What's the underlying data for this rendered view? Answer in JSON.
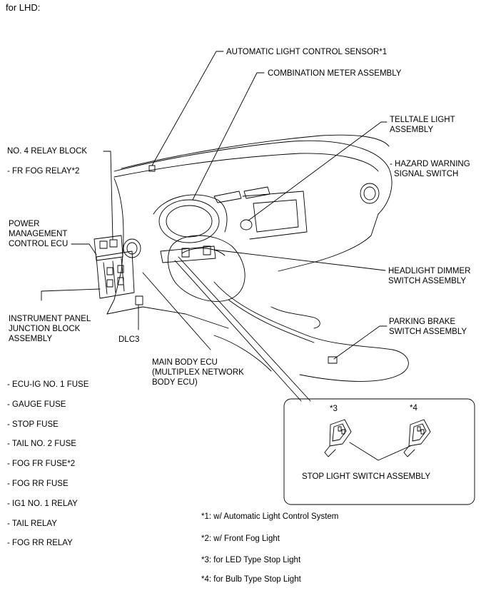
{
  "header": "for LHD:",
  "labels": {
    "auto_light_sensor": "AUTOMATIC LIGHT CONTROL SENSOR*1",
    "combination_meter": "COMBINATION METER ASSEMBLY",
    "telltale_line1": "TELLTALE LIGHT",
    "telltale_line2": "ASSEMBLY",
    "hazard_line1": "- HAZARD WARNING",
    "hazard_line2": "SIGNAL SWITCH",
    "relay_block": "NO. 4 RELAY BLOCK",
    "fr_fog_relay": "- FR FOG RELAY*2",
    "pmc_line1": "POWER",
    "pmc_line2": "MANAGEMENT",
    "pmc_line3": "CONTROL ECU",
    "headlight_line1": "HEADLIGHT DIMMER",
    "headlight_line2": "SWITCH ASSEMBLY",
    "ipjb_line1": "INSTRUMENT PANEL",
    "ipjb_line2": "JUNCTION BLOCK",
    "ipjb_line3": "ASSEMBLY",
    "dlc3": "DLC3",
    "parking_line1": "PARKING BRAKE",
    "parking_line2": "SWITCH ASSEMBLY",
    "mbecu_line1": "MAIN BODY ECU",
    "mbecu_line2": "(MULTIPLEX NETWORK",
    "mbecu_line3": "BODY ECU)",
    "star3": "*3",
    "star4": "*4",
    "stop_light_switch": "STOP LIGHT SWITCH ASSEMBLY"
  },
  "fuse_list": [
    "- ECU-IG NO. 1 FUSE",
    "- GAUGE FUSE",
    "- STOP FUSE",
    "- TAIL NO. 2 FUSE",
    "- FOG FR FUSE*2",
    "- FOG RR FUSE",
    "- IG1 NO. 1 RELAY",
    "- TAIL RELAY",
    "- FOG RR RELAY"
  ],
  "footnotes": [
    "*1: w/ Automatic Light Control System",
    "*2: w/ Front Fog Light",
    "*3: for LED Type Stop Light",
    "*4: for Bulb Type Stop Light"
  ]
}
